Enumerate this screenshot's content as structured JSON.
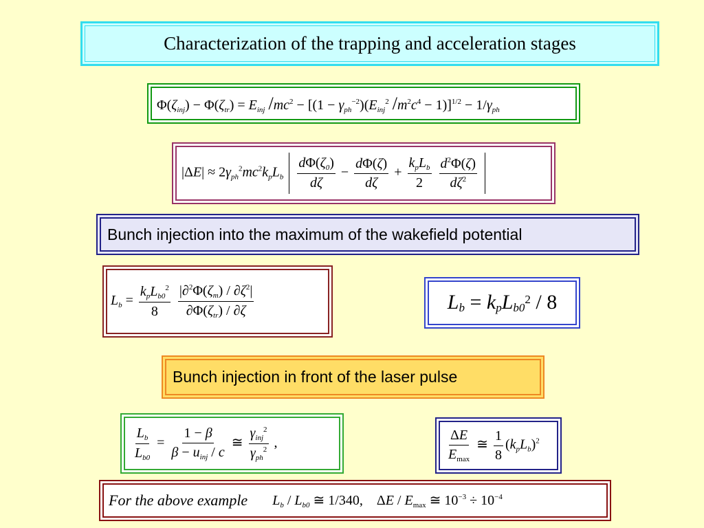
{
  "title": "Characterization of the trapping and acceleration stages",
  "banners": {
    "maximum": "Bunch injection into the maximum of the wakefield potential",
    "front": "Bunch injection in front of the laser pulse"
  },
  "example": {
    "label": "For the above example",
    "values": "L_b / L_b0 ≅ 1/340,   ΔE / E_max ≅ 10^-3 ÷ 10^-4"
  }
}
